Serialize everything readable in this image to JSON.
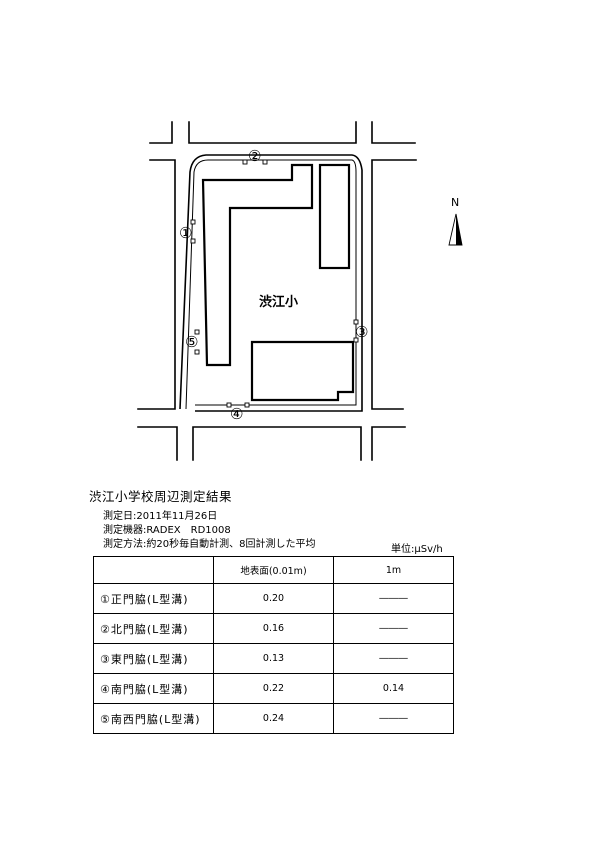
{
  "map": {
    "school_label": "渋江小",
    "north_label": "N",
    "markers": [
      "①",
      "②",
      "③",
      "④",
      "⑤"
    ]
  },
  "report": {
    "title": "渋江小学校周辺測定結果",
    "date_line": "測定日:2011年11月26日",
    "device_line": "測定機器:RADEX　RD1008",
    "method_line": "測定方法:約20秒毎自動計測、8回計測した平均",
    "unit_line": "単位:μSv/h"
  },
  "table": {
    "headers": [
      "",
      "地表面(0.01m)",
      "1m"
    ],
    "rows": [
      {
        "location": "①正門脇(L型溝)",
        "surface": "0.20",
        "one_m": "―――"
      },
      {
        "location": "②北門脇(L型溝)",
        "surface": "0.16",
        "one_m": "―――"
      },
      {
        "location": "③東門脇(L型溝)",
        "surface": "0.13",
        "one_m": "―――"
      },
      {
        "location": "④南門脇(L型溝)",
        "surface": "0.22",
        "one_m": "0.14"
      },
      {
        "location": "⑤南西門脇(L型溝)",
        "surface": "0.24",
        "one_m": "―――"
      }
    ]
  }
}
